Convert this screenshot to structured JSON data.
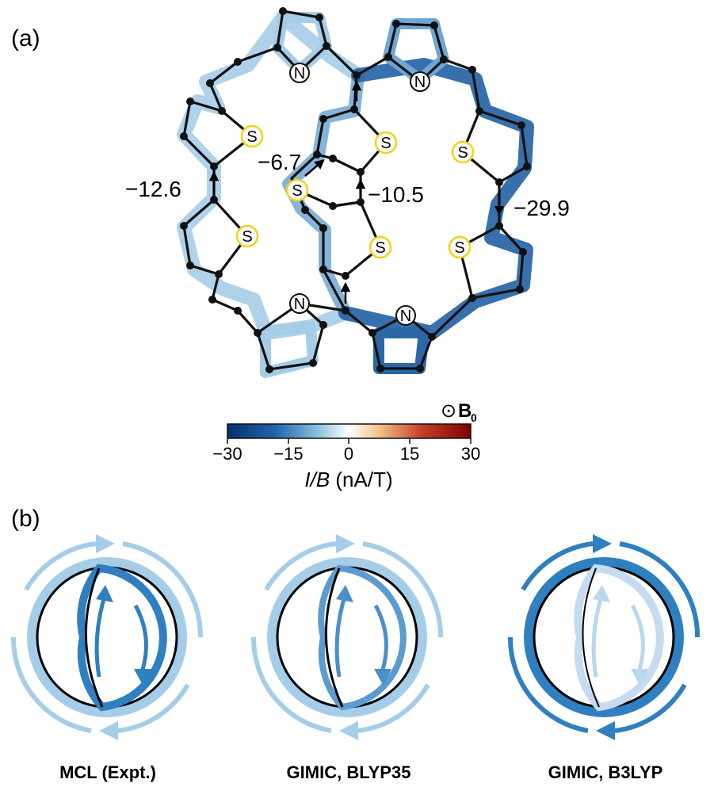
{
  "panels": {
    "a": "(a)",
    "b": "(b)"
  },
  "atoms": {
    "nitrogen": "N",
    "sulfur": "S"
  },
  "current_values": {
    "left": "−12.6",
    "inner_upper": "−6.7",
    "inner_lower": "−10.5",
    "right": "−29.9"
  },
  "field_label": {
    "symbol": "⊙",
    "b": "B",
    "sub": "0"
  },
  "colorbar": {
    "ticks": [
      "−30",
      "−15",
      "0",
      "15",
      "30"
    ],
    "label_italic": "I/B",
    "label_unit": " (nA/T)",
    "colors": {
      "min": "#08306b",
      "mid": "#ffffff",
      "max": "#7f0000"
    }
  },
  "schemes": [
    {
      "caption": "MCL (Expt.)"
    },
    {
      "caption": "GIMIC, BLYP35"
    },
    {
      "caption": "GIMIC, B3LYP"
    }
  ],
  "colors": {
    "pale_blue": "#9ecae1",
    "light_blue": "#a6cde8",
    "mid_blue": "#2f7fc1",
    "dark_blue": "#0d3b7a",
    "sulfur_ring": "#f2d21b"
  }
}
